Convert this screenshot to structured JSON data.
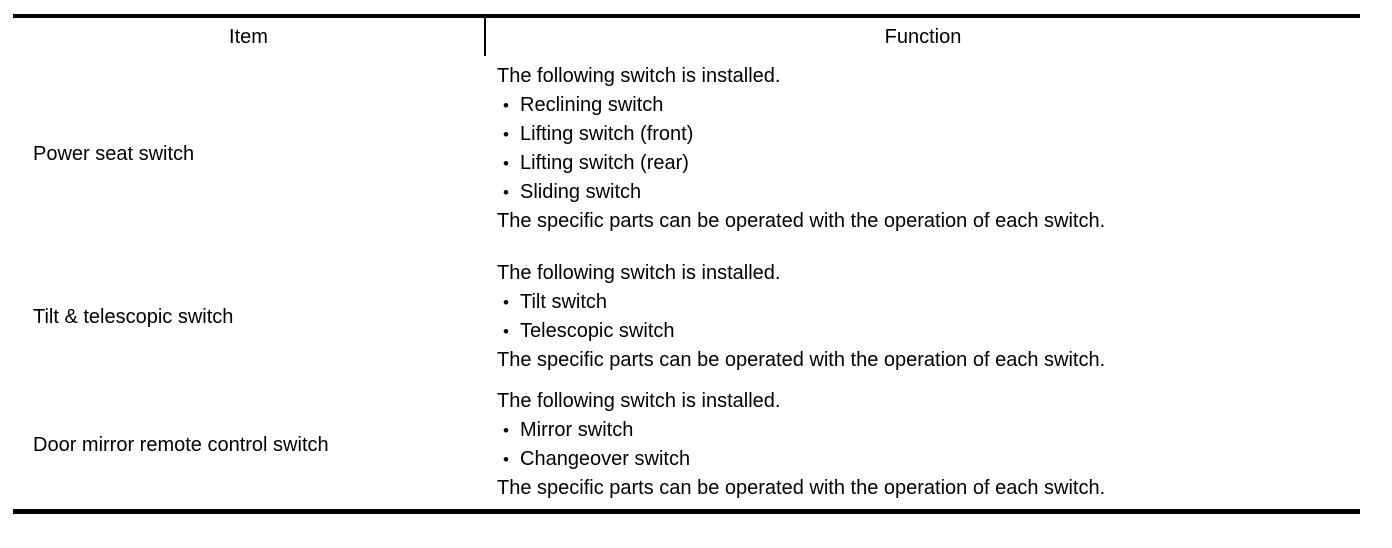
{
  "table": {
    "bullet_char": "•",
    "headers": {
      "item": "Item",
      "function": "Function"
    },
    "rows": [
      {
        "item": "Power seat switch",
        "intro": "The following switch is installed.",
        "bullets": [
          "Reclining switch",
          "Lifting switch (front)",
          "Lifting switch (rear)",
          "Sliding switch"
        ],
        "outro": "The specific parts can be operated with the operation of each switch."
      },
      {
        "item": "Tilt & telescopic switch",
        "intro": "The following switch is installed.",
        "bullets": [
          "Tilt switch",
          "Telescopic switch"
        ],
        "outro": "The specific parts can be operated with the operation of each switch."
      },
      {
        "item": "Door mirror remote control switch",
        "intro": "The following switch is installed.",
        "bullets": [
          "Mirror switch",
          "Changeover switch"
        ],
        "outro": "The specific parts can be operated with the operation of each switch."
      }
    ]
  },
  "colors": {
    "border": "#000000",
    "text": "#000000",
    "background": "#ffffff"
  }
}
